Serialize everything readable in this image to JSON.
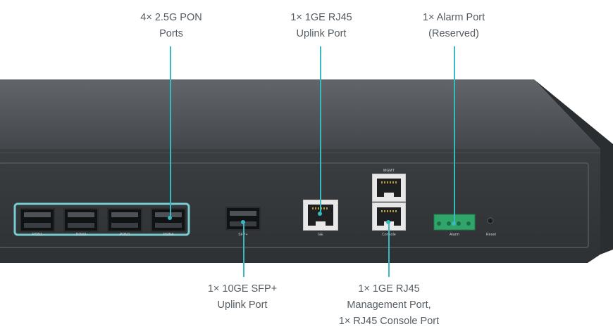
{
  "callouts": {
    "pon_ports": [
      "4× 2.5G PON",
      "Ports"
    ],
    "ge_uplink": [
      "1× 1GE RJ45",
      "Uplink Port"
    ],
    "alarm_port": [
      "1× Alarm Port",
      "(Reserved)"
    ],
    "sfp_uplink": [
      "1× 10GE SFP+",
      "Uplink Port"
    ],
    "mgmt_console": [
      "1× 1GE RJ45",
      "Management Port,",
      "1× RJ45 Console Port"
    ]
  },
  "panel_labels": {
    "pon1": "PON1",
    "pon2": "PON2",
    "pon3": "PON3",
    "pon4": "PON4",
    "sfp": "SFP+",
    "ge": "GE",
    "mgmt": "MGMT",
    "console": "Console",
    "alarm": "Alarm",
    "reset": "Reset"
  },
  "colors": {
    "accent": "#37b9bf",
    "chassis": "#3a3d40",
    "text": "#555c63"
  }
}
